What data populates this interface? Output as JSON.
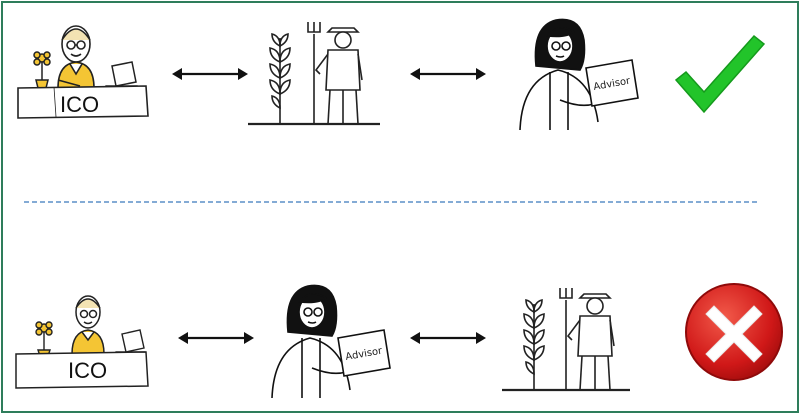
{
  "rows": [
    {
      "order": [
        "ico",
        "farmer",
        "advisor"
      ],
      "ico_label": "ICO",
      "advisor_label": "Advisor",
      "result_icon": "green-check-icon",
      "result_color": "#22c42a"
    },
    {
      "order": [
        "ico",
        "advisor",
        "farmer"
      ],
      "ico_label": "ICO",
      "advisor_label": "Advisor",
      "result_icon": "red-x-icon",
      "result_color": "#d01818"
    }
  ],
  "divider_color": "#5b8fc7",
  "frame_color": "#2e7d5b"
}
